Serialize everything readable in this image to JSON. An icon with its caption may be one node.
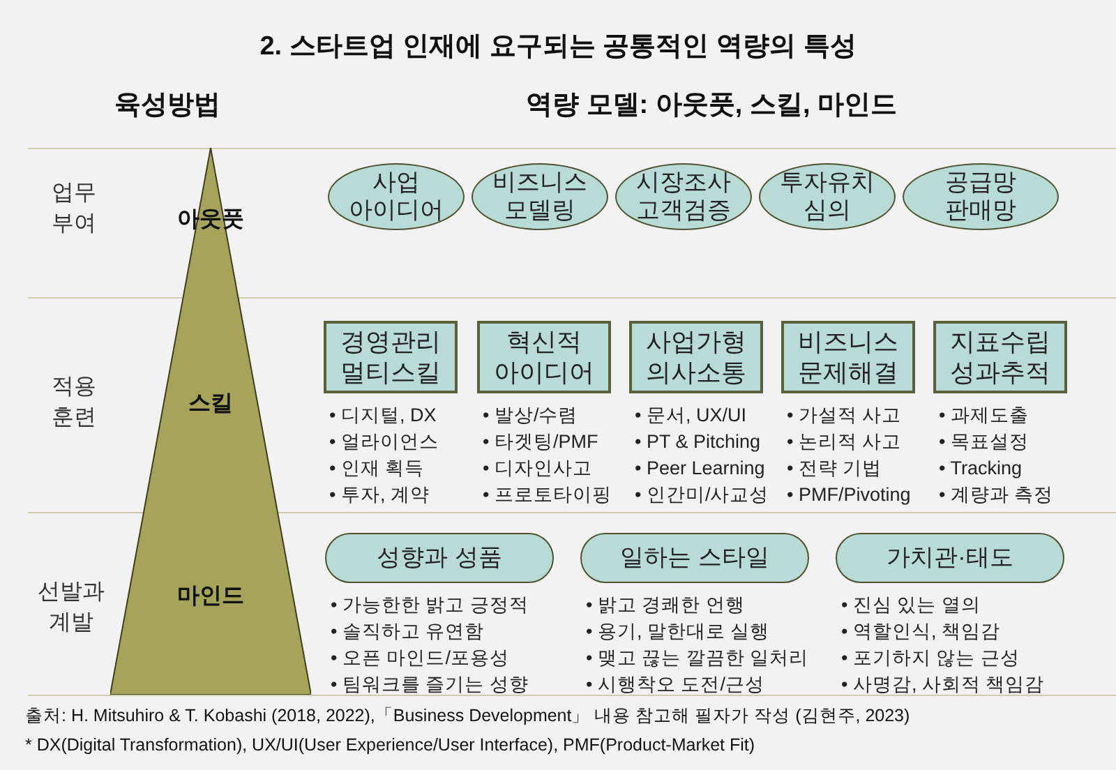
{
  "diagram": {
    "title": "2. 스타트업 인재에 요구되는 공통적인 역량의 특성",
    "nodes": [
      {
        "text": [
          "아웃풋",
          "스킬",
          "마인드"
        ]
      },
      {
        "text": [
          "사업 아이디어"
        ]
      },
      {
        "text": [
          "비즈니스 모델링"
        ]
      },
      {
        "text": [
          "시장조사 고객검증"
        ]
      },
      {
        "text": [
          "투자유치 심의"
        ]
      },
      {
        "text": [
          "공급망 판매망"
        ]
      },
      {
        "text": [
          "경영관리 멀티스킬"
        ],
        "beside": [
          "• 디지털, DX",
          "• 얼라이언스",
          "• 인재 획득",
          "• 투자, 계약"
        ]
      },
      {
        "text": [
          "혁신적 아이디어"
        ],
        "beside": [
          "• 발상/수렴",
          "• 타겟팅/PMF",
          "• 디자인사고",
          "• 프로토타이핑"
        ]
      },
      {
        "text": [
          "사업가형 의사소통"
        ],
        "beside": [
          "• 문서, UX/UI",
          "• PT & Pitching",
          "• Peer Learning",
          "• 인간미/사교성"
        ]
      },
      {
        "text": [
          "비즈니스 문제해결"
        ],
        "beside": [
          "• 가설적 사고",
          "• 논리적 사고",
          "• 전략 기법",
          "• PMF/Pivoting"
        ]
      },
      {
        "text": [
          "지표수립 성과추적"
        ],
        "beside": [
          "• 과제도출",
          "• 목표설정",
          "• Tracking",
          "• 계량과 측정"
        ]
      },
      {
        "text": [
          "성향과 성품"
        ],
        "beside": [
          "• 가능한한 밝고 긍정적",
          "• 솔직하고 유연함",
          "• 오픈 마인드/포용성",
          "• 팀워크를 즐기는 성향"
        ]
      },
      {
        "text": [
          "일하는 스타일"
        ],
        "beside": [
          "• 밝고 경쾌한 언행",
          "• 용기, 말한대로 실행",
          "• 맺고 끊는 깔끔한 일처리",
          "• 시행착오 도전/근성"
        ]
      },
      {
        "text": [
          "가치관·태도"
        ],
        "beside": [
          "• 진심 있는 열의",
          "• 역할인식, 책임감",
          "• 포기하지 않는 근성",
          "• 사명감, 사회적 책임감"
        ]
      }
    ],
    "labels": [
      "육성방법",
      "역량 모델: 아웃풋, 스킬, 마인드",
      "업무 부여",
      "적용 훈련",
      "선발과 계발",
      "출처: H. Mitsuhiro & T. Kobashi (2018, 2022),「Business Development」 내용 참고해 필자가 작성 (김현주, 2023)",
      "* DX(Digital Transformation), UX/UI(User Experience/User Interface), PMF(Product-Market Fit)"
    ]
  }
}
